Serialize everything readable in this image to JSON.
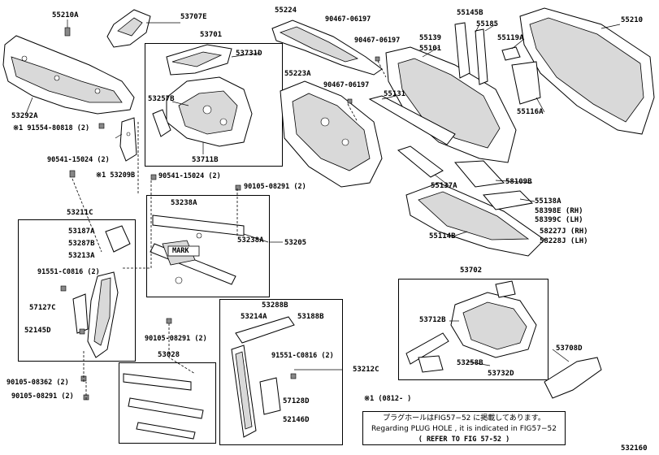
{
  "diagram": {
    "labels": {
      "l55210A": "55210A",
      "l53707E": "53707E",
      "l55224": "55224",
      "l90467a": "90467-06197",
      "l55145B": "55145B",
      "l55185": "55185",
      "l55210": "55210",
      "l53701": "53701",
      "l53731D": "53731D",
      "l55139": "55139",
      "l55101": "55101",
      "l90467b": "90467-06197",
      "l55119A": "55119A",
      "l53292A": "53292A",
      "l55223A": "55223A",
      "l90467c": "90467-06197",
      "l55116A": "55116A",
      "l53257B": "53257B",
      "l55131": "55131",
      "l91554": "※1 91554-80818 (2)",
      "l53711B": "53711B",
      "l90541a": "90541-15024 (2)",
      "l58109B": "58109B",
      "l53209B": "※1 53209B",
      "l90541b": "90541-15024 (2)",
      "l90105a": "90105-08291 (2)",
      "l55137A": "55137A",
      "l53238Aa": "53238A",
      "l55138A": "55138A",
      "l58398E": "58398E (RH)",
      "l58399C": "58399C (LH)",
      "l53211C": "53211C",
      "l58227J": "58227J (RH)",
      "l58228J": "58228J (LH)",
      "l55114B": "55114B",
      "l53187A": "53187A",
      "l53287B": "53287B",
      "l53238Ab": "53238A",
      "l53205": "53205",
      "l53213A": "53213A",
      "mark": "MARK",
      "l91551a": "91551-C0816 (2)",
      "l53702": "53702",
      "l57127C": "57127C",
      "l53712B": "53712B",
      "l53288B": "53288B",
      "l53214A": "53214A",
      "l53188B": "53188B",
      "l52145D": "52145D",
      "l90105b": "90105-08291 (2)",
      "l53708D": "53708D",
      "l53028": "53028",
      "l91551b": "91551-C0816 (2)",
      "l53258B": "53258B",
      "l53212C": "53212C",
      "l53732D": "53732D",
      "l90105c": "90105-08362 (2)",
      "l57128D": "57128D",
      "l90105d": "90105-08291 (2)",
      "l0812": "※1 (0812-    )",
      "l52146D": "52146D",
      "l532160": "532160"
    },
    "note": {
      "line1": "プラグホールはFIG57−52 に掲載してあります。",
      "line2": "Regarding  PLUG HOLE , it is indicated in FIG57−52",
      "line3": "(      REFER TO FIG 57-52      )"
    }
  }
}
